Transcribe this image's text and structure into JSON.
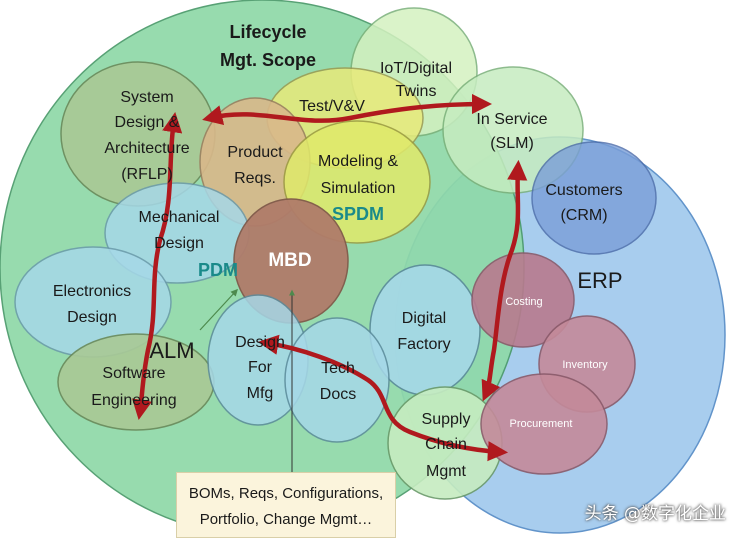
{
  "diagram": {
    "scope_title_line1": "Lifecycle",
    "scope_title_line2": "Mgt. Scope",
    "iot_line1": "IoT/Digital",
    "iot_line2": "Twins",
    "in_service_line1": "In Service",
    "in_service_line2": "(SLM)",
    "test_label": "Test/V&V",
    "system_line1": "System",
    "system_line2": "Design &",
    "system_line3": "Architecture",
    "system_line4": "(RFLP)",
    "product_line1": "Product",
    "product_line2": "Reqs.",
    "modeling_line1": "Modeling &",
    "modeling_line2": "Simulation",
    "spdm": "SPDM",
    "customers_line1": "Customers",
    "customers_line2": "(CRM)",
    "mechanical_line1": "Mechanical",
    "mechanical_line2": "Design",
    "pdm": "PDM",
    "mbd": "MBD",
    "erp": "ERP",
    "electronics_line1": "Electronics",
    "electronics_line2": "Design",
    "digital_factory_line1": "Digital",
    "digital_factory_line2": "Factory",
    "costing": "Costing",
    "alm": "ALM",
    "software_line1": "Software",
    "software_line2": "Engineering",
    "dfm_line1": "Design",
    "dfm_line2": "For",
    "dfm_line3": "Mfg",
    "tech_line1": "Tech",
    "tech_line2": "Docs",
    "inventory": "Inventory",
    "supply_line1": "Supply",
    "supply_line2": "Chain",
    "supply_line3": "Mgmt",
    "procurement": "Procurement",
    "note_line1": "BOMs, Reqs, Configurations,",
    "note_line2": "Portfolio, Change Mgmt…",
    "watermark": "头条 @数字化企业"
  },
  "colors": {
    "lifecycle_fill": "#8fd9a8",
    "erp_fill": "#9cc6ee",
    "arrow": "#b0191e",
    "mbd_fill": "#b07c6a",
    "spdm_text": "#1a8a8a"
  }
}
